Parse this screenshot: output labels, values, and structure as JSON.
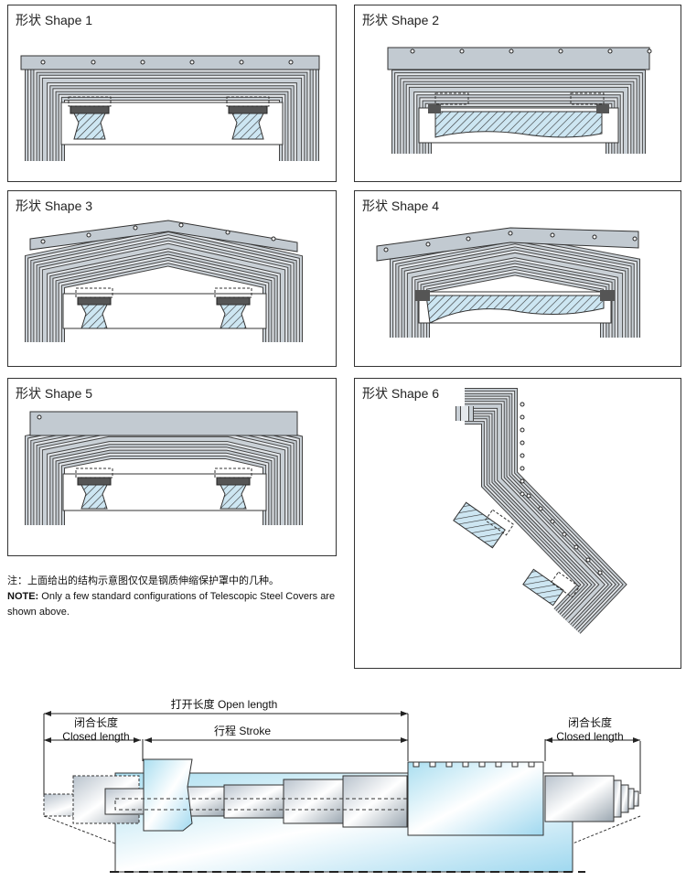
{
  "shapes": [
    {
      "title": "形状 Shape 1"
    },
    {
      "title": "形状 Shape 2"
    },
    {
      "title": "形状 Shape 3"
    },
    {
      "title": "形状 Shape 4"
    },
    {
      "title": "形状 Shape 5"
    },
    {
      "title": "形状 Shape 6"
    }
  ],
  "note": {
    "cn": "注：上面给出的结构示意图仅仅是钢质伸缩保护罩中的几种。",
    "en_label": "NOTE:",
    "en_text": " Only a few standard configurations of Telescopic Steel Covers are shown above."
  },
  "dimensions": {
    "open_length": "打开长度  Open length",
    "closed_length_cn": "闭合长度",
    "closed_length_en": "Closed length",
    "stroke": "行程  Stroke",
    "closed_length_right_cn": "闭合长度",
    "closed_length_right_en": "Closed length"
  }
}
